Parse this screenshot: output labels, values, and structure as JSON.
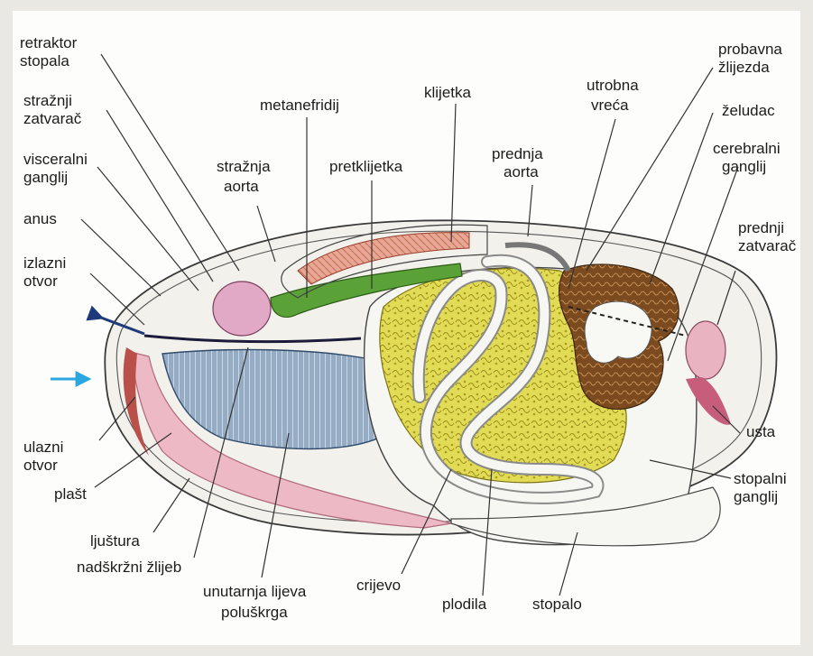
{
  "diagram": {
    "labels": {
      "retraktor_stopala": [
        "retraktor",
        "stopala"
      ],
      "straznji_zatvarac": [
        "stražnji",
        "zatvarač"
      ],
      "visceralni_ganglij": [
        "visceralni",
        "ganglij"
      ],
      "anus": [
        "anus"
      ],
      "izlazni_otvor": [
        "izlazni",
        "otvor"
      ],
      "ulazni_otvor": [
        "ulazni",
        "otvor"
      ],
      "plast": [
        "plašt"
      ],
      "ljustura": [
        "ljuštura"
      ],
      "nadskrzni_zlijeb": [
        "nadškržni žlijeb"
      ],
      "unutarnja_polu_skrga": [
        "unutarnja lijeva",
        "poluškrga"
      ],
      "crijevo": [
        "crijevo"
      ],
      "plodila": [
        "plodila"
      ],
      "stopalo": [
        "stopalo"
      ],
      "stopalni_ganglij": [
        "stopalni",
        "ganglij"
      ],
      "usta": [
        "usta"
      ],
      "prednji_zatvarac": [
        "prednji",
        "zatvarač"
      ],
      "cerebralni_ganglij": [
        "cerebralni",
        "ganglij"
      ],
      "zeludac": [
        "želudac"
      ],
      "probavna_zlijezda": [
        "probavna",
        "žlijezda"
      ],
      "utrobna_vreca": [
        "utrobna",
        "vreća"
      ],
      "prednja_aorta": [
        "prednja",
        "aorta"
      ],
      "klijetka": [
        "klijetka"
      ],
      "pretklijetka": [
        "pretklijetka"
      ],
      "metanefridij": [
        "metanefridij"
      ],
      "straznja_aorta": [
        "stražnja",
        "aorta"
      ]
    },
    "colors": {
      "background": "#e9e8e3",
      "shell": "#d9d8d2",
      "mantle": "#e8b7c2",
      "gill": "#8fa7bf",
      "gonad": "#d9d24a",
      "intestine": "#f4f4f4",
      "muscle": "#d98a7c",
      "kidney": "#4f8f2f",
      "digestive_gland": "#7a4a1c",
      "arrow_out": "#1f3a7a",
      "arrow_in": "#2aa7e0"
    }
  }
}
